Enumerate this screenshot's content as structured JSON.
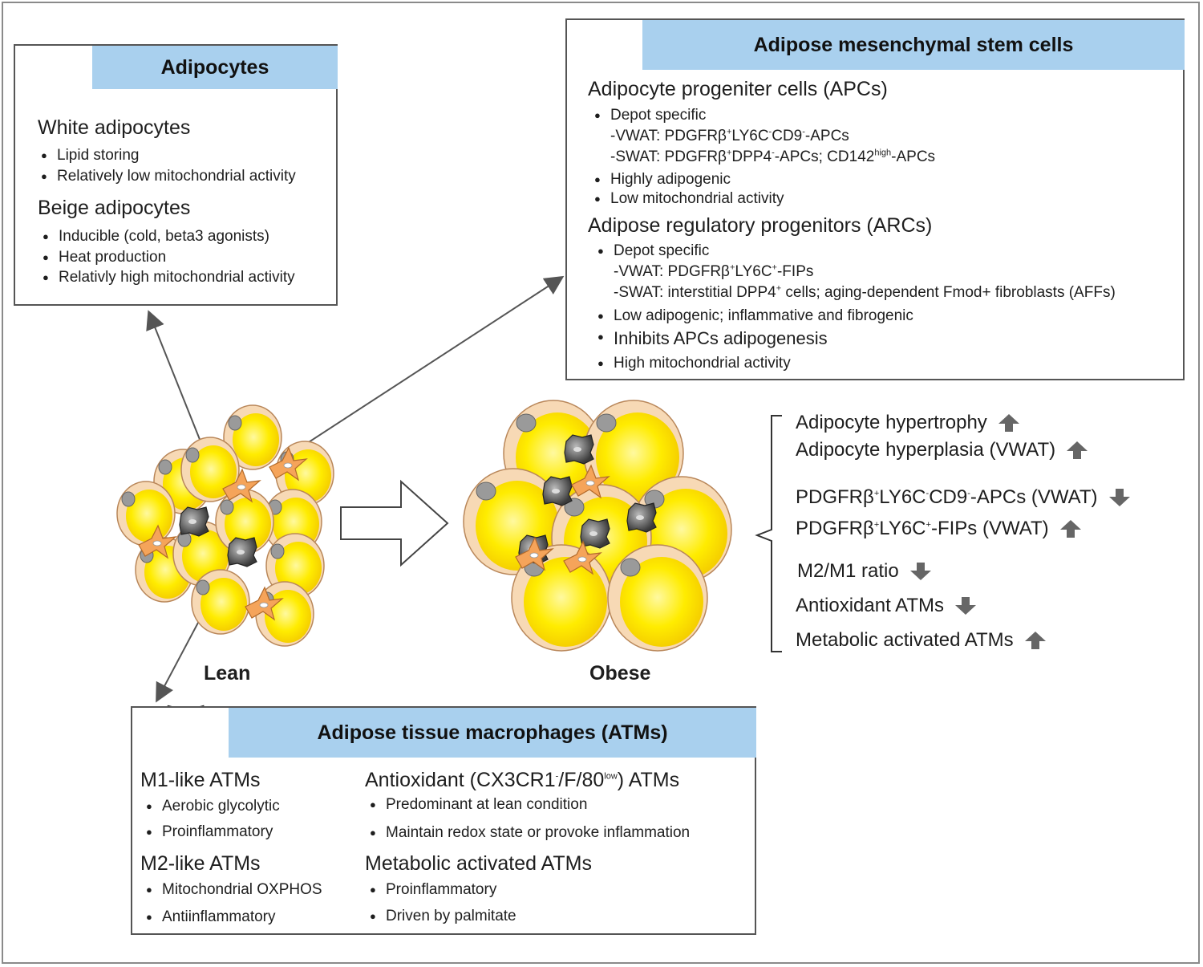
{
  "adipocytes": {
    "title": "Adipocytes",
    "white_title": "White adipocytes",
    "white_items": [
      "Lipid storing",
      "Relatively low mitochondrial activity"
    ],
    "beige_title": "Beige adipocytes",
    "beige_items": [
      "Inducible (cold, beta3 agonists)",
      "Heat production",
      "Relativly high mitochondrial activity"
    ]
  },
  "amsc": {
    "title": "Adipose mesenchymal stem cells",
    "apc_title": "Adipocyte progeniter cells (APCs)",
    "apc_depot": "Depot specific",
    "apc_vwat_pre": "-VWAT: PDGFRβ",
    "apc_vwat_s1": "+",
    "apc_vwat_m1": "LY6C",
    "apc_vwat_s2": "-",
    "apc_vwat_m2": "CD9",
    "apc_vwat_s3": "-",
    "apc_vwat_post": "-APCs",
    "apc_swat_pre": "-SWAT: PDGFRβ",
    "apc_swat_s1": "+",
    "apc_swat_m1": "DPP4",
    "apc_swat_s2": "-",
    "apc_swat_m2": "-APCs; CD142",
    "apc_swat_s3": "high",
    "apc_swat_post": "-APCs",
    "apc_items": [
      "Highly adipogenic",
      "Low mitochondrial activity"
    ],
    "arc_title": "Adipose regulatory progenitors (ARCs)",
    "arc_depot": "Depot specific",
    "arc_vwat_pre": "-VWAT: PDGFRβ",
    "arc_vwat_s1": "+",
    "arc_vwat_m1": "LY6C",
    "arc_vwat_s2": "+",
    "arc_vwat_post": "-FIPs",
    "arc_swat_pre": "-SWAT: interstitial DPP4",
    "arc_swat_s1": "+",
    "arc_swat_post": " cells; aging-dependent Fmod+ fibroblasts (AFFs)",
    "arc_items": [
      "Low adipogenic; inflammative and fibrogenic",
      "Inhibits APCs adipogenesis",
      "High mitochondrial activity"
    ]
  },
  "atms": {
    "title": "Adipose tissue macrophages (ATMs)",
    "m1_title": "M1-like ATMs",
    "m1_items": [
      "Aerobic glycolytic",
      "Proinflammatory"
    ],
    "m2_title": "M2-like ATMs",
    "m2_items": [
      "Mitochondrial OXPHOS",
      "Antiinflammatory"
    ],
    "anti_pre": "Antioxidant (CX3CR1",
    "anti_s1": "-",
    "anti_mid": "/F/80",
    "anti_s2": "low",
    "anti_post": ") ATMs",
    "anti_items": [
      "Predominant at lean condition",
      "Maintain redox state or provoke inflammation"
    ],
    "meta_title": "Metabolic activated ATMs",
    "meta_items": [
      "Proinflammatory",
      "Driven by palmitate"
    ]
  },
  "labels": {
    "lean": "Lean",
    "obese": "Obese"
  },
  "effects": [
    {
      "text": "Adipocyte hypertrophy",
      "direction": "up"
    },
    {
      "text": "Adipocyte hyperplasia (VWAT)",
      "direction": "up"
    },
    {
      "text_pre": "PDGFRβ",
      "s1": "+",
      "m1": "LY6C",
      "s2": "-",
      "m2": "CD9",
      "s3": "-",
      "post": "-APCs (VWAT)",
      "direction": "down"
    },
    {
      "text_pre": "PDGFRβ",
      "s1": "+",
      "m1": "LY6C",
      "s2": "+",
      "post": "-FIPs (VWAT)",
      "direction": "up"
    },
    {
      "text": "M2/M1 ratio",
      "direction": "down"
    },
    {
      "text": "Antioxidant ATMs",
      "direction": "down"
    },
    {
      "text": "Metabolic activated ATMs",
      "direction": "up"
    }
  ],
  "colors": {
    "header_blue": "#a9d0ee",
    "fat_yellow": "#ffee1a",
    "cell_border": "#e0a070",
    "macrophage": "#555555",
    "arrow_gray": "#666666"
  }
}
